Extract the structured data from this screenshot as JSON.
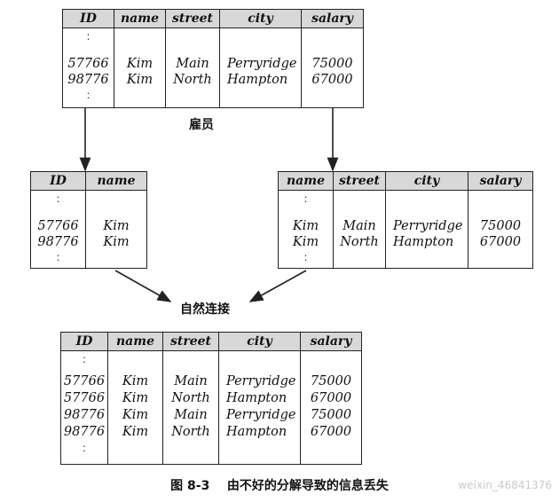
{
  "employee": {
    "label": "雇员",
    "columns": [
      "ID",
      "name",
      "street",
      "city",
      "salary"
    ],
    "rows": [
      [
        "57766",
        "Kim",
        "Main",
        "Perryridge",
        "75000"
      ],
      [
        "98776",
        "Kim",
        "North",
        "Hampton",
        "67000"
      ]
    ]
  },
  "left_projection": {
    "columns": [
      "ID",
      "name"
    ],
    "rows": [
      [
        "57766",
        "Kim"
      ],
      [
        "98776",
        "Kim"
      ]
    ]
  },
  "right_projection": {
    "columns": [
      "name",
      "street",
      "city",
      "salary"
    ],
    "rows": [
      [
        "Kim",
        "Main",
        "Perryridge",
        "75000"
      ],
      [
        "Kim",
        "North",
        "Hampton",
        "67000"
      ]
    ]
  },
  "join_label": "自然连接",
  "joined": {
    "columns": [
      "ID",
      "name",
      "street",
      "city",
      "salary"
    ],
    "rows": [
      [
        "57766",
        "Kim",
        "Main",
        "Perryridge",
        "75000"
      ],
      [
        "57766",
        "Kim",
        "North",
        "Hampton",
        "67000"
      ],
      [
        "98776",
        "Kim",
        "Main",
        "Perryridge",
        "75000"
      ],
      [
        "98776",
        "Kim",
        "North",
        "Hampton",
        "67000"
      ]
    ]
  },
  "caption": "图 8-3    由不好的分解导致的信息丢失",
  "watermark": "weixin_46841376"
}
